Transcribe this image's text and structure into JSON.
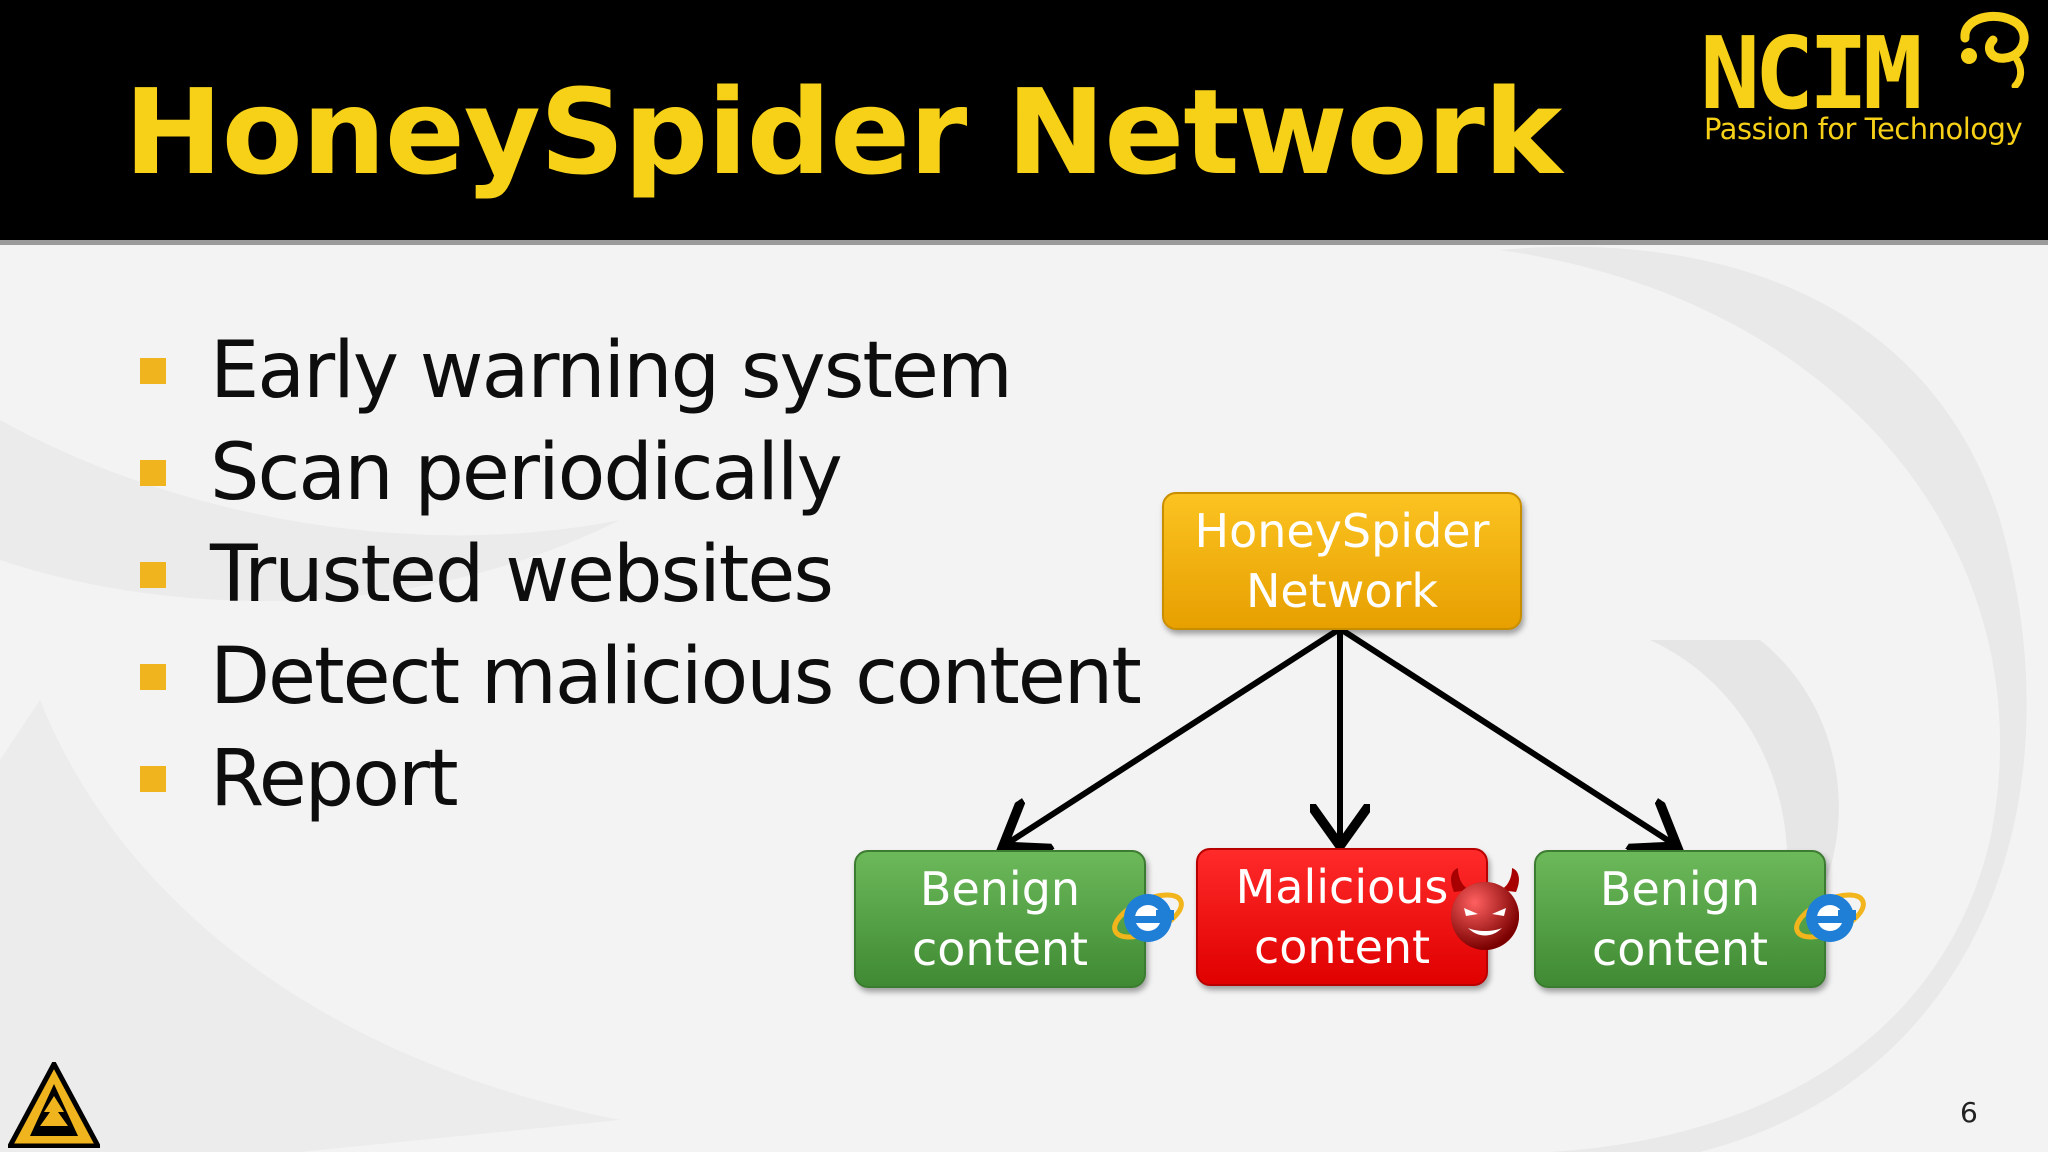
{
  "slide": {
    "title": "HoneySpider Network",
    "number": "6",
    "brand": {
      "name": "NCIM",
      "tagline": "Passion for Technology",
      "icon": "ncim-swirl-icon",
      "color": "#f7d117"
    },
    "corner_logo": "triangle-tree-logo-icon"
  },
  "bullets": [
    "Early warning system",
    "Scan periodically",
    "Trusted websites",
    "Detect malicious content",
    "Report"
  ],
  "diagram": {
    "root": {
      "label": "HoneySpider\nNetwork",
      "color": "#f5b40f"
    },
    "children": [
      {
        "label": "Benign\ncontent",
        "color": "#4fa043",
        "icon": "internet-explorer-icon"
      },
      {
        "label": "Malicious\ncontent",
        "color": "#f20d0d",
        "icon": "devil-face-icon"
      },
      {
        "label": "Benign\ncontent",
        "color": "#4fa043",
        "icon": "internet-explorer-icon"
      }
    ]
  }
}
